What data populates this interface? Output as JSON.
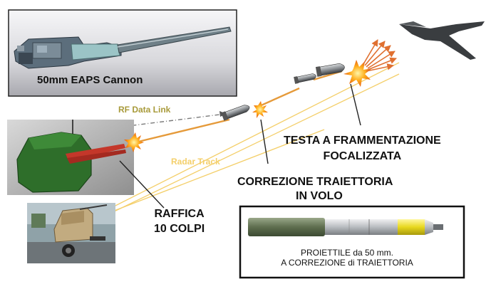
{
  "labels": {
    "cannon_caption": "50mm EAPS Cannon",
    "rf_data_link": "RF Data Link",
    "radar_track": "Radar Track",
    "frag_line1": "TESTA A FRAMMENTAZIONE",
    "frag_line2": "FOCALIZZATA",
    "correction_line1": "CORREZIONE TRAIETTORIA",
    "correction_line2": "IN VOLO",
    "burst_line1": "RAFFICA",
    "burst_line2": "10 COLPI",
    "projectile_line1": "PROIETTILE da 50 mm.",
    "projectile_line2": "A CORREZIONE di TRAIETTORIA"
  },
  "colors": {
    "rf_link": "#a89a3a",
    "radar_track": "#f4cf6a",
    "tracer": "#e59a3a",
    "turret": "#2e6e2a",
    "explosion": "#ffb020",
    "drone": "#3a3d40"
  }
}
